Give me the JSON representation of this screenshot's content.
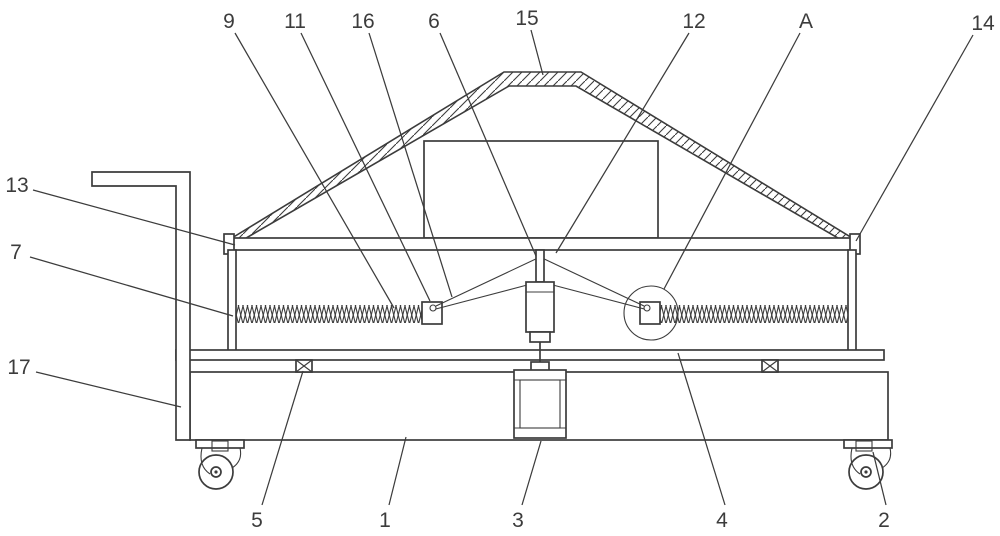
{
  "figure": {
    "background_color": "#ffffff",
    "ink_color": "#3c3c3c"
  },
  "labels": {
    "n9": "9",
    "n11": "11",
    "n16": "16",
    "n6": "6",
    "n15": "15",
    "n12": "12",
    "nA": "A",
    "n14": "14",
    "n13": "13",
    "n7": "7",
    "n17": "17",
    "n5": "5",
    "n1": "1",
    "n3": "3",
    "n4": "4",
    "n2": "2"
  }
}
